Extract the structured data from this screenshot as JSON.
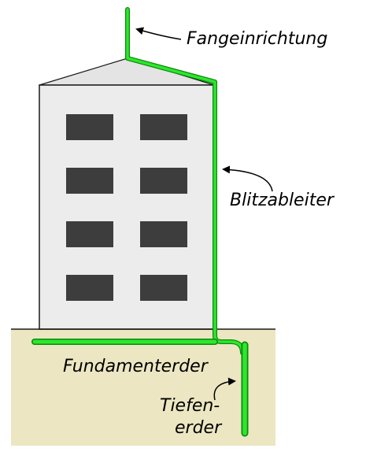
{
  "colors": {
    "background": "#ffffff",
    "ground": "#ece6c2",
    "building_wall": "#ececec",
    "roof": "#e4e4e4",
    "window": "#3d3d3d",
    "conductor": "#2ee62e",
    "conductor_glow": "#0a8a0a",
    "outline": "#1a1a1a"
  },
  "labels": {
    "air_terminal": "Fangeinrichtung",
    "down_conductor": "Blitzableiter",
    "foundation_earth": "Fundamenterder",
    "deep_earth_line1": "Tiefen-",
    "deep_earth_line2": "erder"
  },
  "building": {
    "window_rows": 4,
    "window_columns": 2
  }
}
